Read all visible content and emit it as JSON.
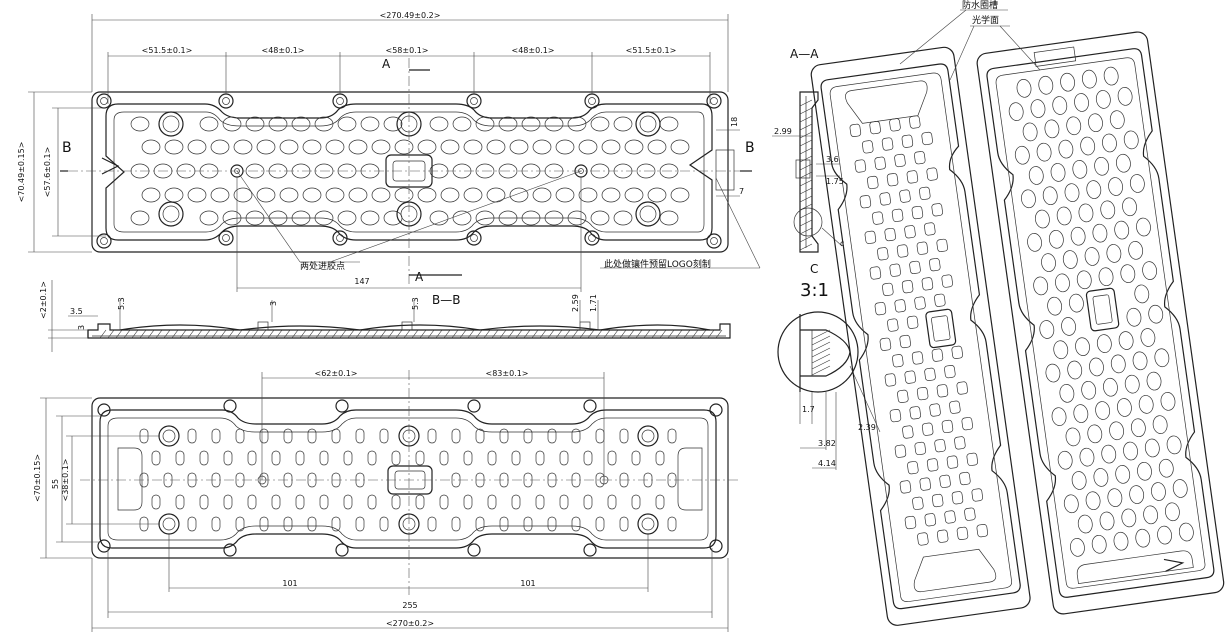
{
  "top_view": {
    "overall_width": "<270.49±0.2>",
    "seg1": "<51.5±0.1>",
    "seg2": "<48±0.1>",
    "seg3": "<58±0.1>",
    "seg4": "<48±0.1>",
    "seg5": "<51.5±0.1>",
    "height_outer": "<70.49±0.15>",
    "height_inner": "<57.6±0.1>",
    "gate_span": "147",
    "dim_18": "18",
    "dim_7": "7",
    "label_B_left": "B",
    "label_B_right": "B",
    "label_A_top": "A",
    "label_A_bottom": "A",
    "note_gates": "两处进胶点",
    "note_logo": "此处做镶件预留LOGO刻制"
  },
  "section_bb": {
    "title": "B—B",
    "dim_thickness": "<2±0.1>",
    "dim_3_5": "3.5",
    "dim_3": "3",
    "dim_5_3_left": "5.3",
    "dim_3_mid": "3",
    "dim_5_3_mid": "5.3",
    "dim_2_59": "2.59",
    "dim_1_71": "1.71"
  },
  "bottom_view": {
    "dim_62": "<62±0.1>",
    "dim_83": "<83±0.1>",
    "height_outer": "<70±0.15>",
    "height_55": "55",
    "height_inner": "<38±0.1>",
    "dim_101_left": "101",
    "dim_101_right": "101",
    "dim_255": "255",
    "overall_width": "<270±0.2>"
  },
  "section_aa": {
    "title": "A—A",
    "dim_2_99": "2.99",
    "dim_3_6": "3.6",
    "dim_1_75": "1.75",
    "label_c": "c",
    "detail_label": "C",
    "detail_scale": "3:1",
    "dim_1_7": "1.7",
    "dim_3_82": "3.82",
    "dim_4_14": "4.14",
    "dim_2_39": "2.39"
  },
  "iso_view": {
    "callout_waterproof": "防水圈槽",
    "callout_optical": "光学面"
  }
}
